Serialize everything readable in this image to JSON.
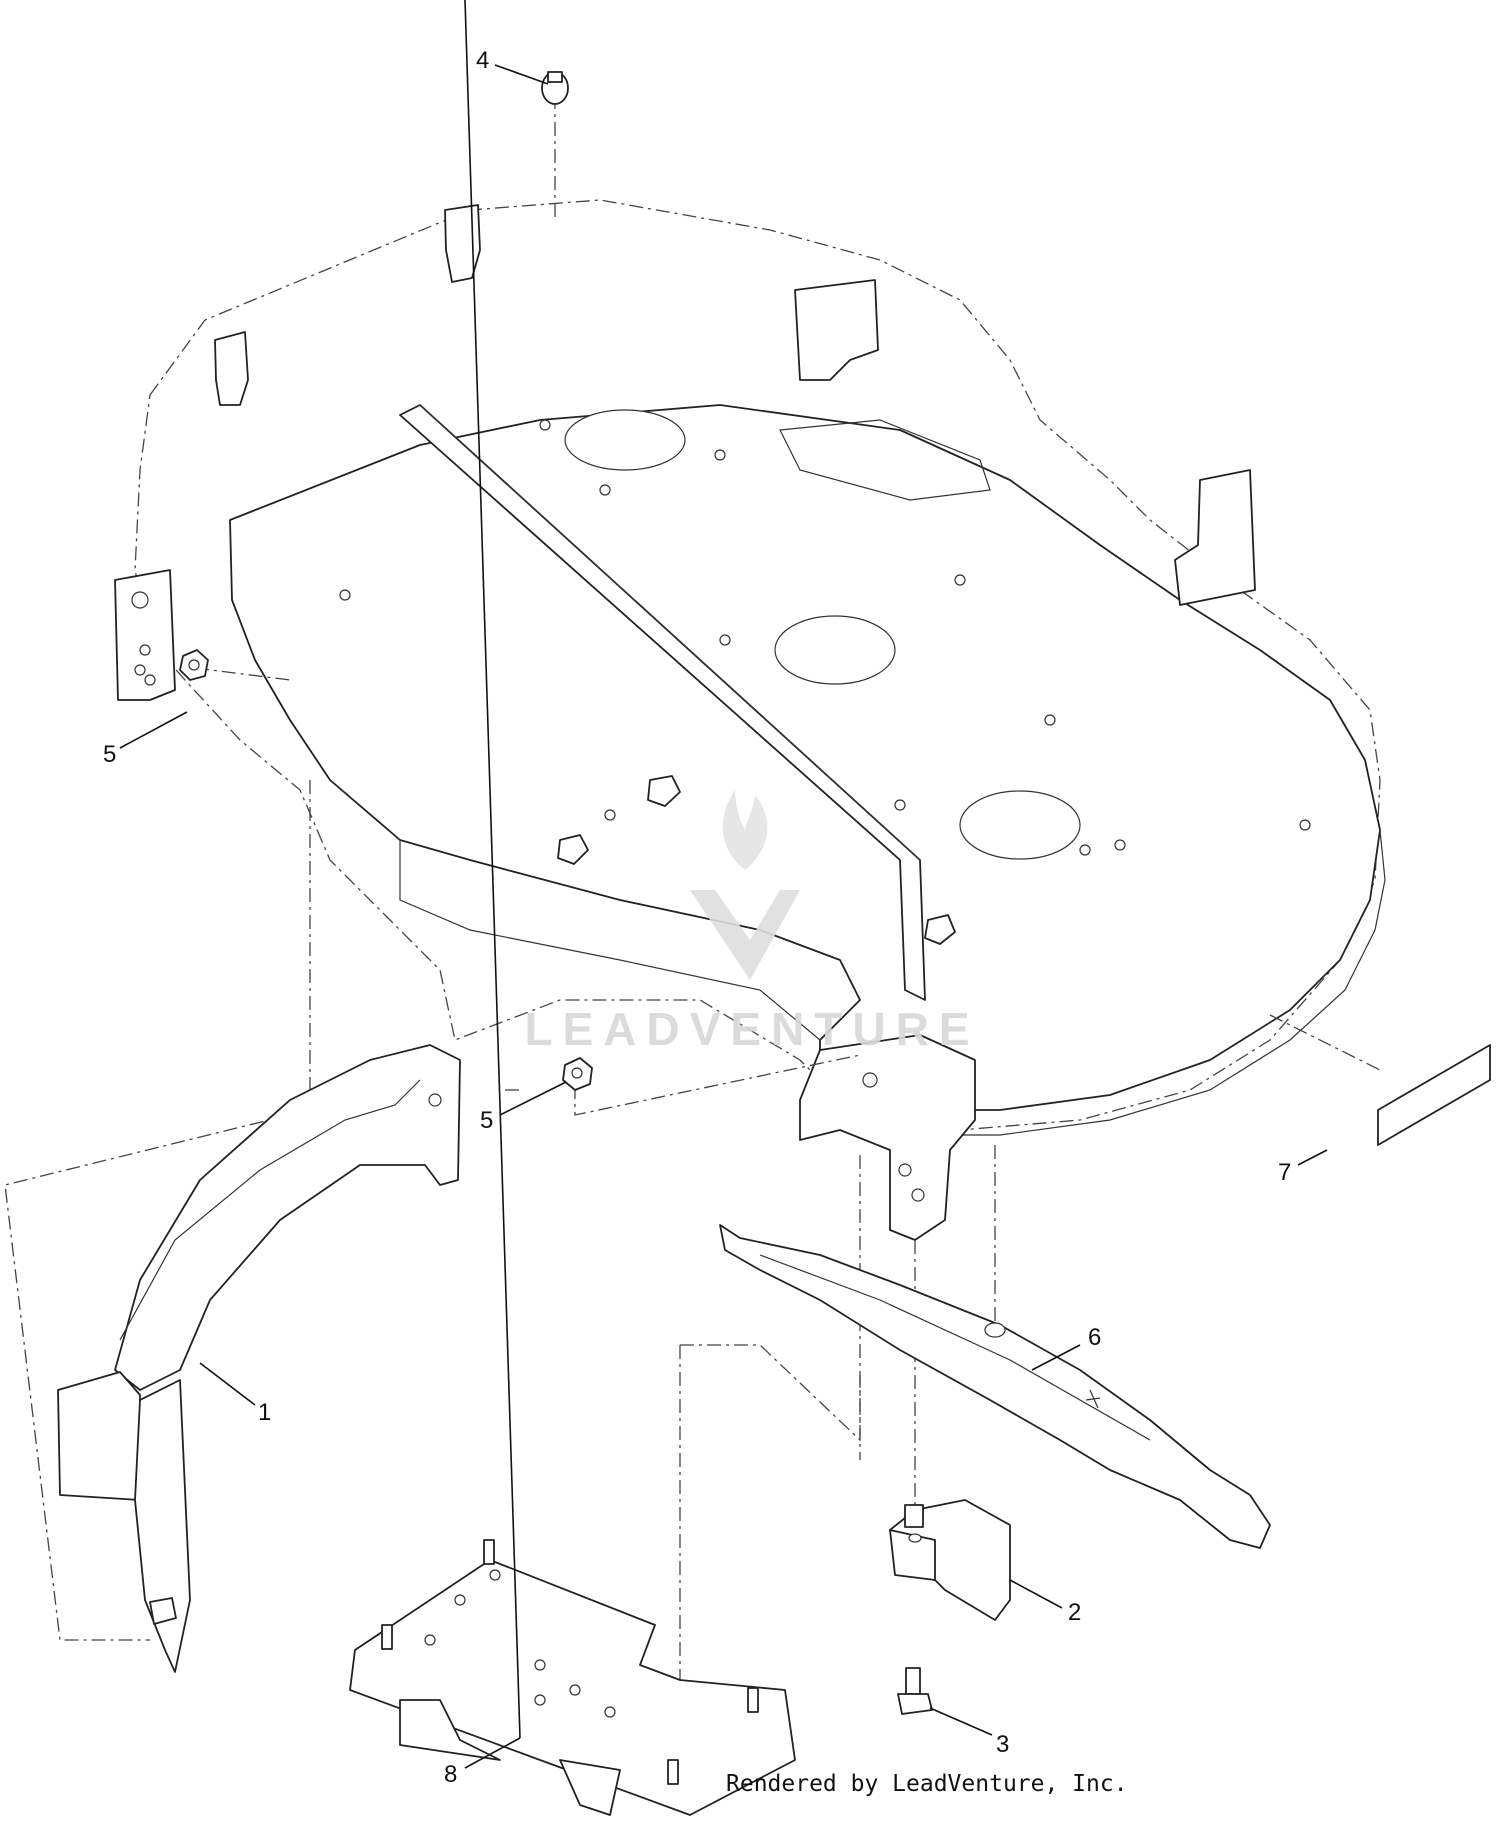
{
  "diagram": {
    "callouts": [
      {
        "id": "4",
        "label": "4"
      },
      {
        "id": "5a",
        "label": "5"
      },
      {
        "id": "5b",
        "label": "5"
      },
      {
        "id": "7",
        "label": "7"
      },
      {
        "id": "1",
        "label": "1"
      },
      {
        "id": "6",
        "label": "6"
      },
      {
        "id": "2",
        "label": "2"
      },
      {
        "id": "3",
        "label": "3"
      },
      {
        "id": "8",
        "label": "8"
      }
    ],
    "watermark": "LEADVENTURE",
    "credit": "Rendered by LeadVenture, Inc."
  }
}
